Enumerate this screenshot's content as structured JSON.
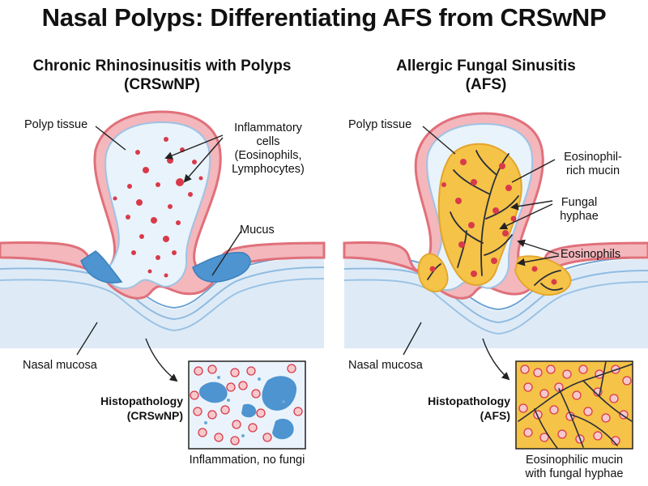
{
  "title": "Nasal Polyps: Differentiating AFS from CRSwNP",
  "left_panel": {
    "heading_line1": "Chronic Rhinosinusitis with Polyps",
    "heading_line2": "(CRSwNP)",
    "label_polyp_tissue": "Polyp tissue",
    "label_inflammatory": [
      "Inflammatory",
      "cells",
      "(Eosinophils,",
      "Lymphocytes)"
    ],
    "label_mucus": "Mucus",
    "label_nasal_mucosa": "Nasal mucosa",
    "histo_title": [
      "Histopathology",
      "(CRSwNP)"
    ],
    "histo_caption": "Inflammation, no fungi"
  },
  "right_panel": {
    "heading_line1": "Allergic Fungal Sinusitis",
    "heading_line2": "(AFS)",
    "label_polyp_tissue": "Polyp tissue",
    "label_eosinophil_mucin": [
      "Eosinophil-",
      "rich mucin"
    ],
    "label_fungal_hyphae": [
      "Fungal",
      "hyphae"
    ],
    "label_eosinophils": "Eosinophils",
    "label_nasal_mucosa": "Nasal mucosa",
    "histo_title": [
      "Histopathology",
      "(AFS)"
    ],
    "histo_caption": [
      "Eosinophilic mucin",
      "with fungal hyphae"
    ]
  },
  "colors": {
    "polyp_outer": "#e0707a",
    "polyp_inner": "#e9f3fb",
    "mucosa_blue": "#7fb5e0",
    "mucus_blue": "#4d94d0",
    "cell_red": "#d93a4a",
    "fungal_mucin": "#f5c347",
    "hyphae": "#2a2f3a"
  }
}
